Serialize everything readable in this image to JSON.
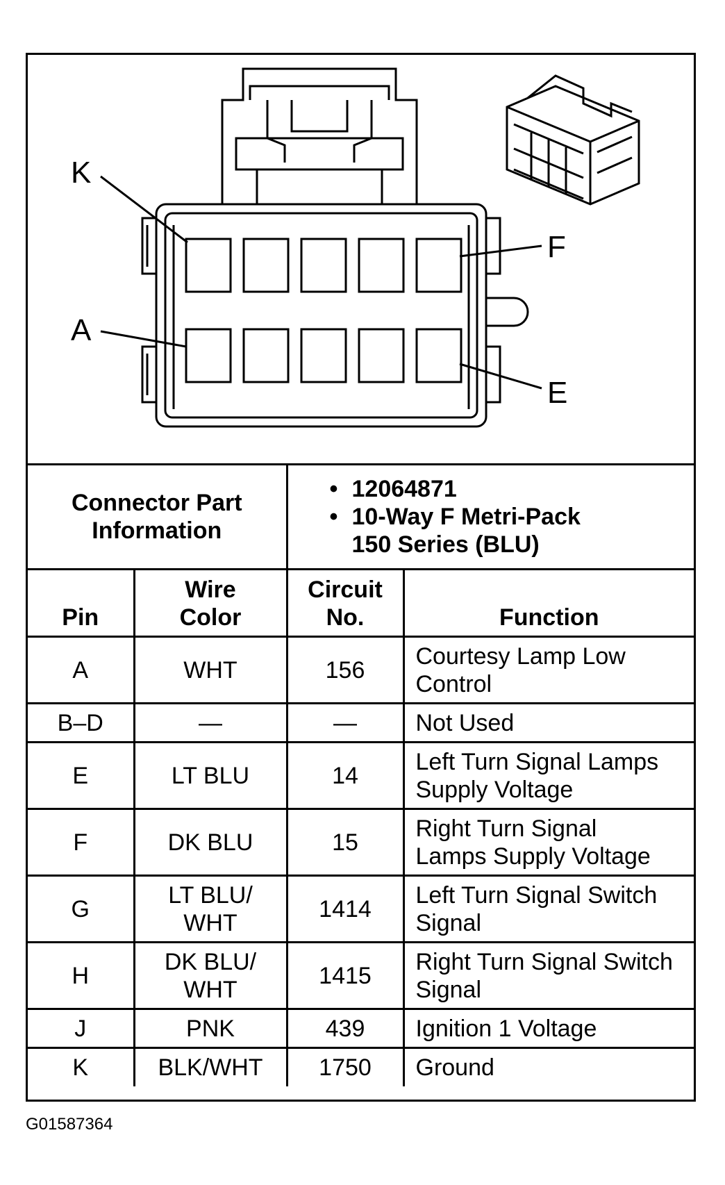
{
  "diagram": {
    "callouts": {
      "k": "K",
      "a": "A",
      "f": "F",
      "e": "E"
    }
  },
  "part_info": {
    "heading_line1": "Connector Part",
    "heading_line2": "Information",
    "part_number": "12064871",
    "description_line1": "10-Way F Metri-Pack",
    "description_line2": "150 Series (BLU)"
  },
  "headers": {
    "pin": "Pin",
    "wire_color_line1": "Wire",
    "wire_color_line2": "Color",
    "circuit_line1": "Circuit",
    "circuit_line2": "No.",
    "function": "Function"
  },
  "rows": [
    {
      "pin": "A",
      "wire_line1": "WHT",
      "wire_line2": "",
      "circuit": "156",
      "function_line1": "Courtesy Lamp Low",
      "function_line2": "Control"
    },
    {
      "pin": "B–D",
      "wire_line1": "—",
      "wire_line2": "",
      "circuit": "—",
      "function_line1": "Not Used",
      "function_line2": ""
    },
    {
      "pin": "E",
      "wire_line1": "LT BLU",
      "wire_line2": "",
      "circuit": "14",
      "function_line1": "Left Turn Signal Lamps",
      "function_line2": "Supply Voltage"
    },
    {
      "pin": "F",
      "wire_line1": "DK BLU",
      "wire_line2": "",
      "circuit": "15",
      "function_line1": "Right Turn Signal",
      "function_line2": "Lamps Supply Voltage"
    },
    {
      "pin": "G",
      "wire_line1": "LT BLU/",
      "wire_line2": "WHT",
      "circuit": "1414",
      "function_line1": "Left Turn Signal Switch",
      "function_line2": "Signal"
    },
    {
      "pin": "H",
      "wire_line1": "DK BLU/",
      "wire_line2": "WHT",
      "circuit": "1415",
      "function_line1": "Right Turn Signal Switch",
      "function_line2": "Signal"
    },
    {
      "pin": "J",
      "wire_line1": "PNK",
      "wire_line2": "",
      "circuit": "439",
      "function_line1": "Ignition 1 Voltage",
      "function_line2": ""
    },
    {
      "pin": "K",
      "wire_line1": "BLK/WHT",
      "wire_line2": "",
      "circuit": "1750",
      "function_line1": "Ground",
      "function_line2": ""
    }
  ],
  "figure_id": "G01587364"
}
